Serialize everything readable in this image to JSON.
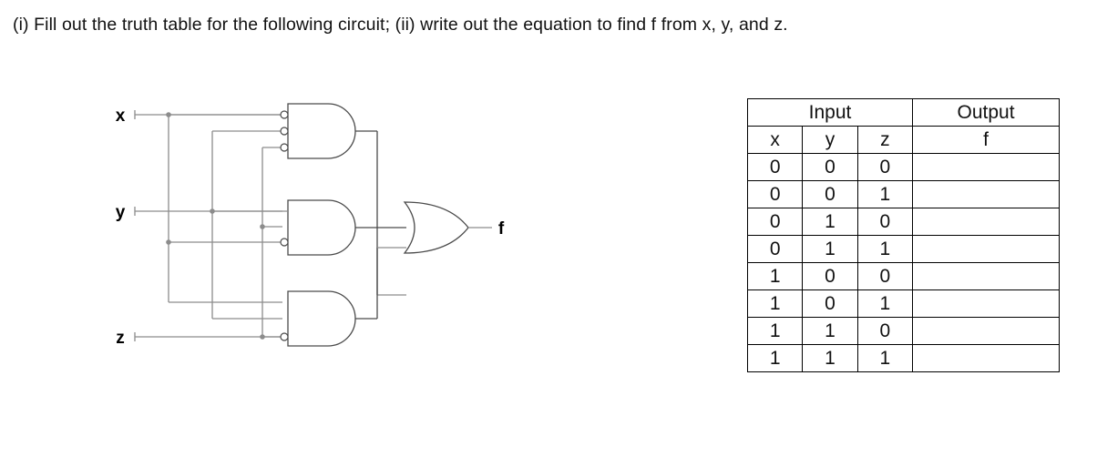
{
  "prompt": {
    "text": "(i) Fill out the truth table for the following circuit; (ii) write out the equation to find f from x, y, and z."
  },
  "circuit": {
    "inputs": [
      {
        "name": "x",
        "label": "x"
      },
      {
        "name": "y",
        "label": "y"
      },
      {
        "name": "z",
        "label": "z"
      }
    ],
    "output": {
      "name": "f",
      "label": "f"
    },
    "gates": [
      {
        "id": "and-top",
        "type": "AND",
        "inputs": 3,
        "inverted_inputs": [
          0,
          1,
          2
        ],
        "description": "3-input AND gate with all inputs inverted"
      },
      {
        "id": "and-middle",
        "type": "AND",
        "inputs": 3,
        "inverted_inputs": [
          2
        ],
        "description": "3-input AND gate with third input inverted"
      },
      {
        "id": "and-bottom",
        "type": "AND",
        "inputs": 3,
        "inverted_inputs": [
          2
        ],
        "description": "3-input AND gate with third input inverted"
      },
      {
        "id": "or-final",
        "type": "OR",
        "inputs": 3,
        "inverted_inputs": [],
        "description": "3-input OR gate producing f"
      }
    ],
    "colors": {
      "wire": "#8c8c8c",
      "gate_outline": "#4a4a4a",
      "junction": "#8c8c8c",
      "label": "#000000"
    }
  },
  "truth_table": {
    "group_headers": [
      {
        "label": "Input",
        "span": 3
      },
      {
        "label": "Output",
        "span": 1
      }
    ],
    "column_headers": [
      "x",
      "y",
      "z",
      "f"
    ],
    "rows": [
      {
        "x": "0",
        "y": "0",
        "z": "0",
        "f": ""
      },
      {
        "x": "0",
        "y": "0",
        "z": "1",
        "f": ""
      },
      {
        "x": "0",
        "y": "1",
        "z": "0",
        "f": ""
      },
      {
        "x": "0",
        "y": "1",
        "z": "1",
        "f": ""
      },
      {
        "x": "1",
        "y": "0",
        "z": "0",
        "f": ""
      },
      {
        "x": "1",
        "y": "0",
        "z": "1",
        "f": ""
      },
      {
        "x": "1",
        "y": "1",
        "z": "0",
        "f": ""
      },
      {
        "x": "1",
        "y": "1",
        "z": "1",
        "f": ""
      }
    ]
  }
}
